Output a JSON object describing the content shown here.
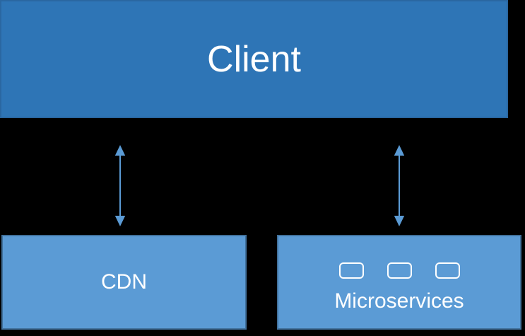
{
  "colors": {
    "background": "#000000",
    "client-fill": "#2E75B6",
    "client-border": "#2A67A1",
    "node-fill": "#5B9BD5",
    "node-border": "#41719C",
    "arrow": "#5B9BD5",
    "text": "#FFFFFF"
  },
  "diagram": {
    "nodes": {
      "client": {
        "label": "Client"
      },
      "cdn": {
        "label": "CDN"
      },
      "microservices": {
        "label": "Microservices",
        "service_icon_count": 3
      }
    },
    "connectors": [
      {
        "from": "Client",
        "to": "CDN",
        "style": "double-headed-arrow"
      },
      {
        "from": "Client",
        "to": "Microservices",
        "style": "double-headed-arrow"
      }
    ]
  }
}
